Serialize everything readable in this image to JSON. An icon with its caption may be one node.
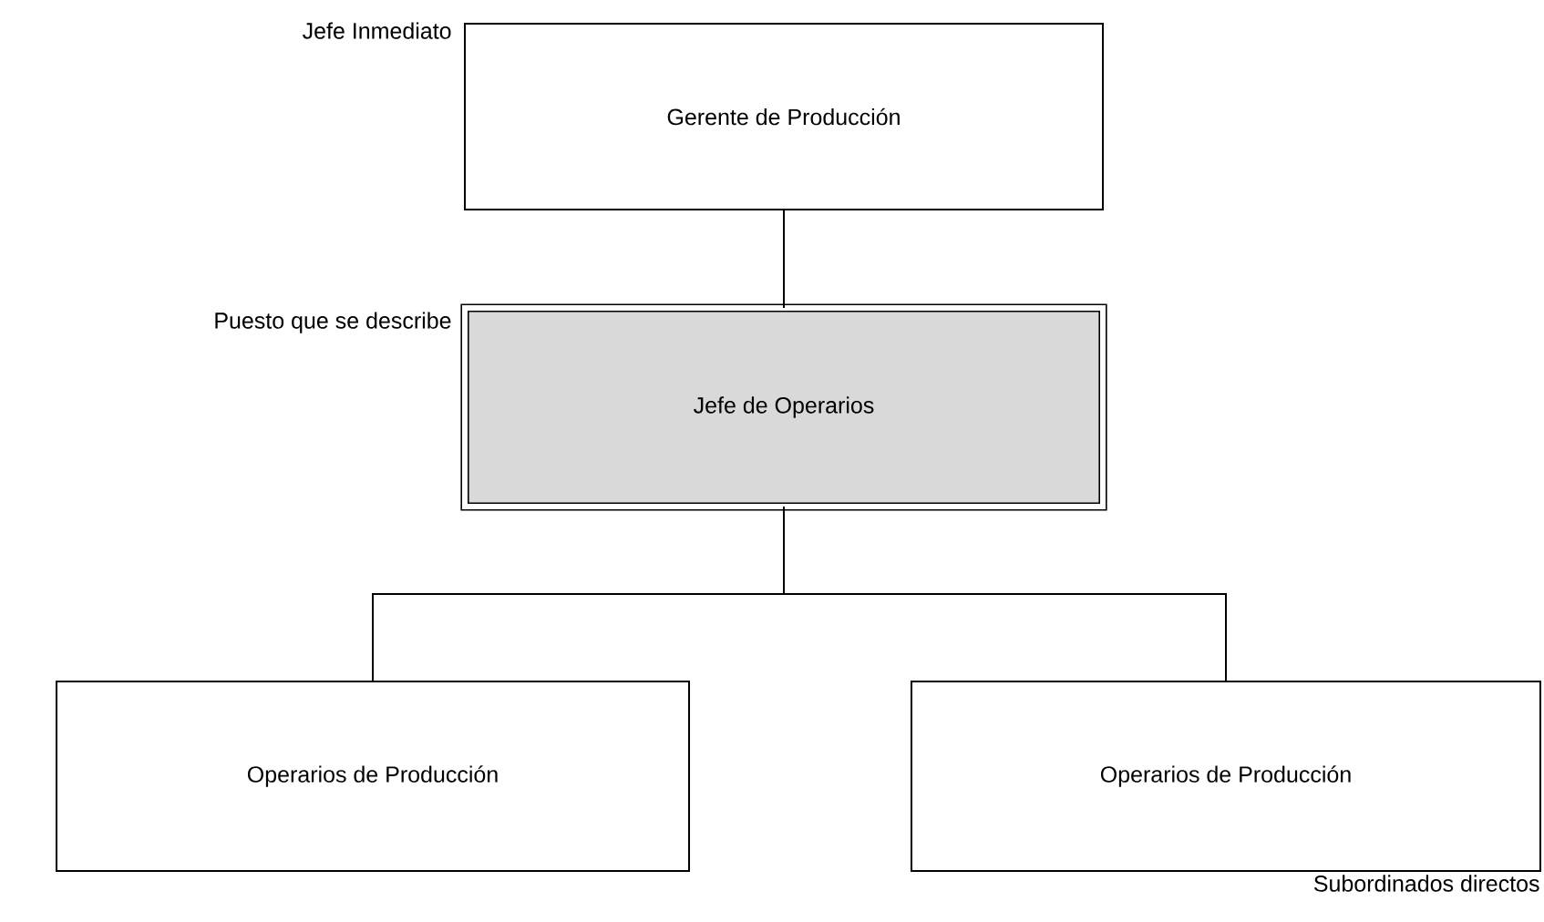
{
  "diagram": {
    "nodes": [
      {
        "text": [
          "Gerente de Producción"
        ],
        "beside": [
          "Jefe Inmediato"
        ]
      },
      {
        "text": [
          "Jefe de Operarios"
        ],
        "beside": [
          "Puesto que se describe"
        ]
      },
      {
        "text": [
          "Operarios de Producción"
        ]
      },
      {
        "text": [
          "Operarios de Producción"
        ],
        "beside": [
          "Subordinados directos"
        ]
      }
    ],
    "edges": [
      {
        "from": 0,
        "to": 1,
        "arrow": "none"
      },
      {
        "from": 1,
        "to": 2,
        "arrow": "none"
      },
      {
        "from": 1,
        "to": 3,
        "arrow": "none"
      }
    ]
  }
}
